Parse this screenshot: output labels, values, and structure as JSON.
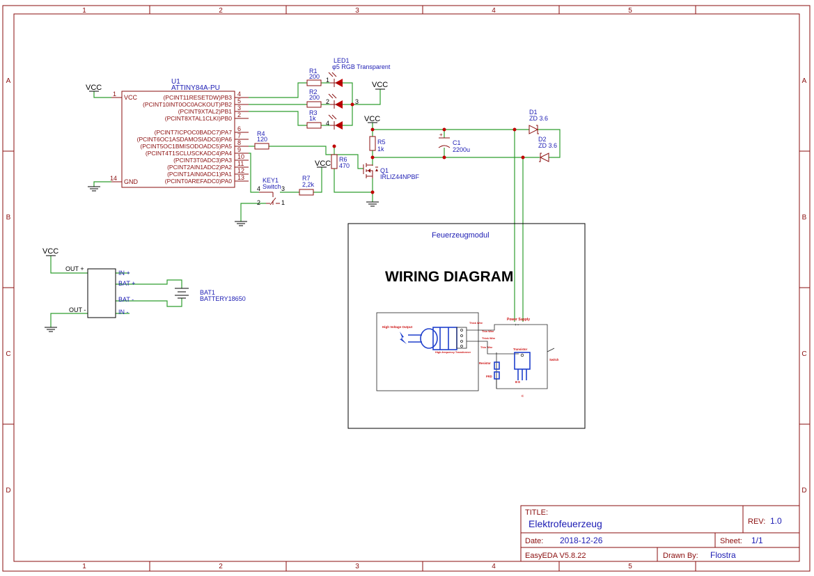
{
  "frame": {
    "col_labels": [
      "1",
      "2",
      "3",
      "4",
      "5"
    ],
    "row_labels": [
      "A",
      "B",
      "C",
      "D"
    ]
  },
  "title_block": {
    "title_label": "TITLE:",
    "title": "Elektrofeuerzeug",
    "rev_label": "REV:",
    "rev": "1.0",
    "date_label": "Date:",
    "date": "2018-12-26",
    "sheet_label": "Sheet:",
    "sheet": "1/1",
    "tool": "EasyEDA V5.8.22",
    "drawn_by_label": "Drawn By:",
    "drawn_by": "Flostra"
  },
  "u1": {
    "ref": "U1",
    "part": "ATTINY84A-PU",
    "left_pins": [
      {
        "num": "1",
        "name": "VCC"
      },
      {
        "num": "14",
        "name": "GND"
      }
    ],
    "right_pins": [
      {
        "num": "4",
        "name": "(PCINT11RESETDW)PB3"
      },
      {
        "num": "5",
        "name": "(PCINT10INT0OC0ACKOUT)PB2"
      },
      {
        "num": "3",
        "name": "(PCINT9XTAL2)PB1"
      },
      {
        "num": "2",
        "name": "(PCINT8XTAL1CLKI)PB0"
      },
      {
        "num": "6",
        "name": "(PCINT7ICPOC0BADC7)PA7"
      },
      {
        "num": "7",
        "name": "(PCINT6OC1ASDAMOSIADC6)PA6"
      },
      {
        "num": "8",
        "name": "(PCINT5OC1BMISODOADC5)PA5"
      },
      {
        "num": "9",
        "name": "(PCINT4T1SCLUSCKADC4)PA4"
      },
      {
        "num": "10",
        "name": "(PCINT3T0ADC3)PA3"
      },
      {
        "num": "11",
        "name": "(PCINT2AIN1ADC2)PA2"
      },
      {
        "num": "12",
        "name": "(PCINT1AIN0ADC1)PA1"
      },
      {
        "num": "13",
        "name": "(PCINT0AREFADC0)PA0"
      }
    ]
  },
  "power_labels": {
    "vcc": "VCC"
  },
  "led1": {
    "ref": "LED1",
    "value": "φ5 RGB Transparent",
    "pin_r": "1",
    "pin_g": "2",
    "pin_common": "3",
    "pin_b": "4"
  },
  "r1": {
    "ref": "R1",
    "value": "200"
  },
  "r2": {
    "ref": "R2",
    "value": "200"
  },
  "r3": {
    "ref": "R3",
    "value": "1k"
  },
  "r4": {
    "ref": "R4",
    "value": "120"
  },
  "r5": {
    "ref": "R5",
    "value": "1k"
  },
  "r6": {
    "ref": "R6",
    "value": "470"
  },
  "r7": {
    "ref": "R7",
    "value": "2,2k"
  },
  "c1": {
    "ref": "C1",
    "value": "2200u"
  },
  "q1": {
    "ref": "Q1",
    "value": "IRLIZ44NPBF"
  },
  "d1": {
    "ref": "D1",
    "value": "ZD 3.6"
  },
  "d2": {
    "ref": "D2",
    "value": "ZD 3.6"
  },
  "key1": {
    "ref": "KEY1",
    "value": "Switch",
    "pin_4": "4",
    "pin_3": "3",
    "pin_2": "2",
    "pin_1": "1"
  },
  "charger": {
    "out_plus": "OUT +",
    "out_minus": "OUT -",
    "in_plus": "IN +",
    "in_minus": "IN -",
    "bat_plus": "BAT +",
    "bat_minus": "BAT -"
  },
  "bat1": {
    "ref": "BAT1",
    "value": "BATTERY18650"
  },
  "module": {
    "label": "Feuerzeugmodul",
    "heading": "WIRING DIAGRAM",
    "hv_output": "High Voltage Output",
    "thick_wire_1": "Thick Wire",
    "thin_wire_1": "Thin Wire",
    "thick_wire_2": "Thick Wire",
    "thin_wire_2": "Thin Wire",
    "transformer": "High-frequency Transformer",
    "power_supply": "Power Supply",
    "plus_minus": "+ -",
    "transistor": "Transistor",
    "switch": "Switch",
    "resistor": "Resistor",
    "frd": "FRD",
    "pins_be": "B E",
    "pin_c": "C"
  }
}
